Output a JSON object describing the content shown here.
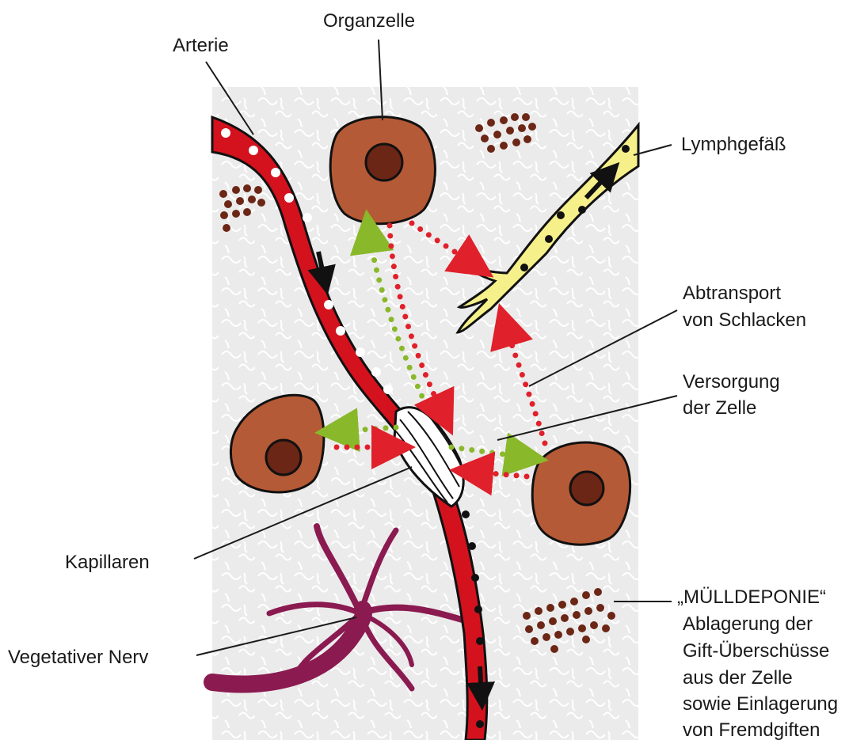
{
  "labels": {
    "organzelle": "Organzelle",
    "arterie": "Arterie",
    "lymphgefaess": "Lymphgefäß",
    "abtransport_1": "Abtransport",
    "abtransport_2": "von Schlacken",
    "versorgung_1": "Versorgung",
    "versorgung_2": "der Zelle",
    "kapillaren": "Kapillaren",
    "muelldeponie_1": "„MÜLLDEPONIE“",
    "muelldeponie_2": "Ablagerung der",
    "muelldeponie_3": "Gift-Überschüsse",
    "muelldeponie_4": "aus der Zelle",
    "muelldeponie_5": "sowie Einlagerung",
    "muelldeponie_6": "von Fremdgiften",
    "nerv": "Vegetativer Nerv"
  },
  "colors": {
    "artery": "#d3121e",
    "cell": "#b55a36",
    "nucleus": "#6b2616",
    "lymph": "#f6f08a",
    "nerve": "#8a1a50",
    "supply_arrow": "#8ab82b",
    "removal_arrow": "#e0202a",
    "deposit": "#6b2616",
    "tissue_bg": "#eeeeee"
  }
}
